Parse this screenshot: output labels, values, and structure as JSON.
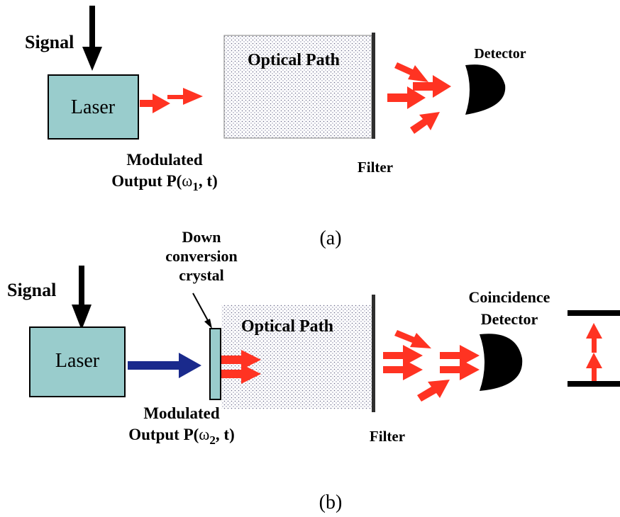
{
  "panel_a": {
    "signal": "Signal",
    "laser": "Laser",
    "optical_path": "Optical Path",
    "detector": "Detector",
    "filter": "Filter",
    "output_line1": "Modulated",
    "output_line2_prefix": "Output P(",
    "output_omega": "ω",
    "output_subscript": "1",
    "output_line2_suffix": ", t)",
    "caption": "(a)"
  },
  "panel_b": {
    "signal": "Signal",
    "laser": "Laser",
    "crystal_line1": "Down",
    "crystal_line2": "conversion",
    "crystal_line3": "crystal",
    "optical_path": "Optical Path",
    "detector_line1": "Coincidence",
    "detector_line2": "Detector",
    "filter": "Filter",
    "output_line1": "Modulated",
    "output_line2_prefix": "Output P(",
    "output_omega": "ω",
    "output_subscript": "2",
    "output_line2_suffix": ", t)",
    "caption": "(b)"
  },
  "colors": {
    "laser_fill": "#99cccc",
    "red_arrow": "#ff3322",
    "blue_arrow": "#1a2a8c",
    "black": "#000000",
    "dots": "#6a6a8a"
  }
}
